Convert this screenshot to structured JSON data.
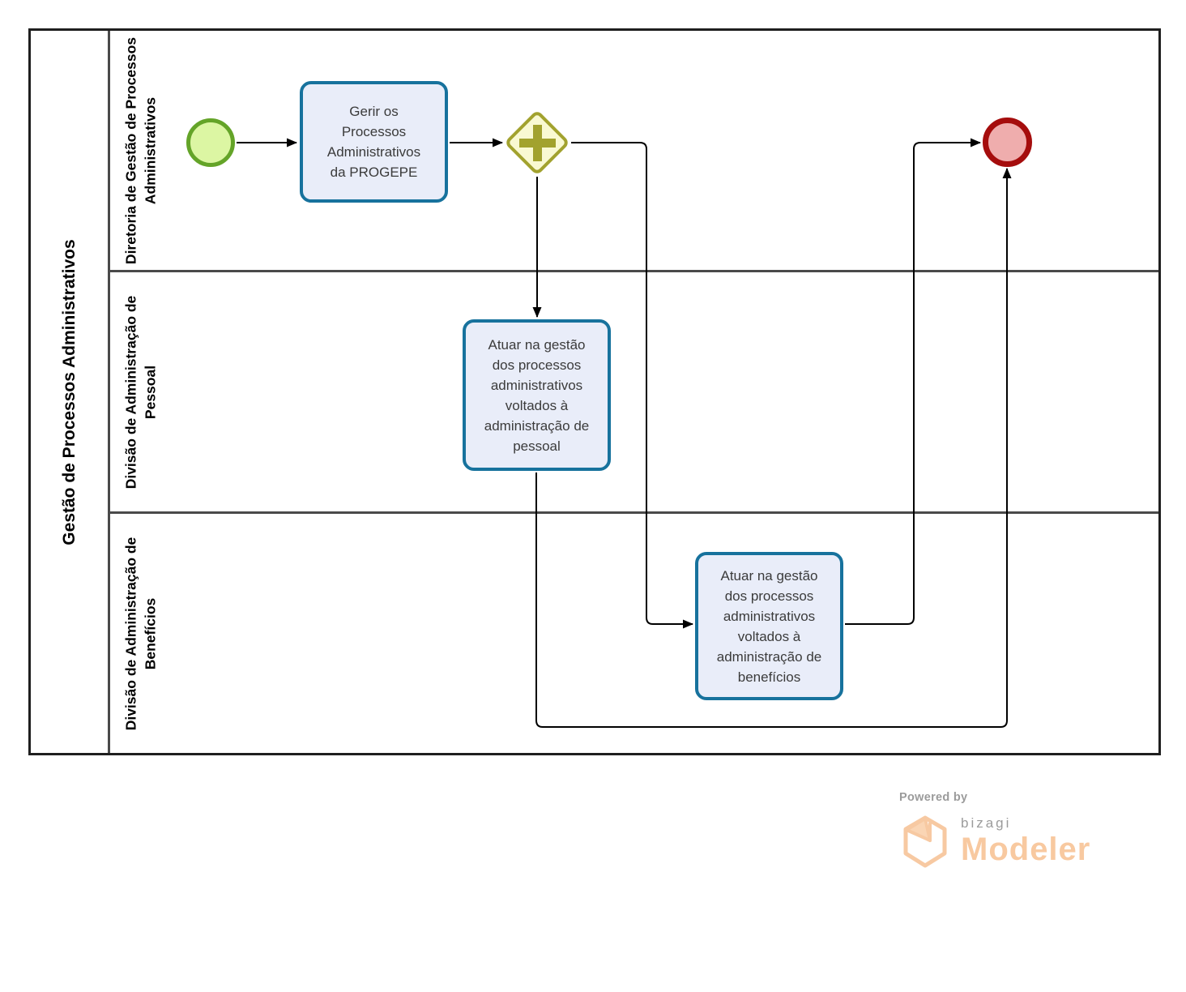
{
  "pool": {
    "title": "Gestão de Processos Administrativos",
    "lanes": [
      {
        "label": "Diretoria de Gestão de Processos Administrativos"
      },
      {
        "label": "Divisão de Administração de Pessoal"
      },
      {
        "label": "Divisão de Administração de Benefícios"
      }
    ]
  },
  "nodes": {
    "start_event": {
      "type": "start-event"
    },
    "task_gerir": {
      "label": "Gerir os Processos Administrativos da PROGEPE"
    },
    "gateway": {
      "type": "parallel-gateway"
    },
    "task_pessoal": {
      "label": "Atuar na gestão dos processos administrativos voltados à administração de pessoal"
    },
    "task_beneficios": {
      "label": "Atuar na gestão dos processos administrativos voltados à administração de benefícios"
    }
  },
  "colors": {
    "task_border": "#17729D",
    "task_fill": "#E9EDF9",
    "gateway_border": "#A2A22E",
    "gateway_fill": "#F9F9D2",
    "start_border": "#64A428",
    "start_fill": "#DCF6A3",
    "end_border": "#A50D0D",
    "end_fill": "#EFADAD",
    "connector": "#000000",
    "brand_orange": "#F8C9A0",
    "brand_gray": "#9B9B9B"
  },
  "footer": {
    "powered_by": "Powered by",
    "brand": "bizagi",
    "product": "Modeler"
  }
}
